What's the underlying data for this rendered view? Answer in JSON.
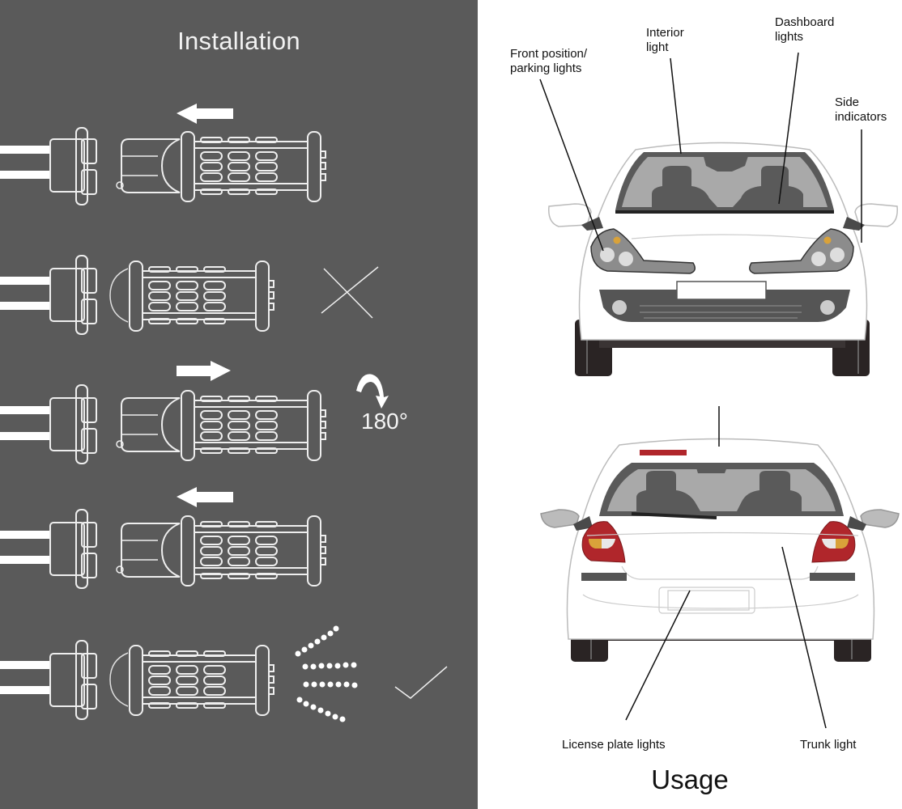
{
  "installation": {
    "title": "Installation",
    "steps": [
      {
        "name": "insert-step",
        "arrow": "left",
        "bulb_position": "separated",
        "result": "none"
      },
      {
        "name": "wrong-orientation-step",
        "arrow": "none",
        "bulb_position": "inserted",
        "result": "cross"
      },
      {
        "name": "remove-and-rotate-step",
        "arrow": "right",
        "bulb_position": "separated",
        "result": "rotate",
        "rotation_label": "180°"
      },
      {
        "name": "reinsert-step",
        "arrow": "left",
        "bulb_position": "separated",
        "result": "none"
      },
      {
        "name": "lit-correct-step",
        "arrow": "none",
        "bulb_position": "inserted",
        "result": "check"
      }
    ],
    "icons": {
      "left_arrow": "arrow-left-icon",
      "right_arrow": "arrow-right-icon",
      "cross": "cross-icon",
      "check": "check-icon",
      "rotate": "rotate-180-icon"
    },
    "colors": {
      "panel_bg": "#5a5a5a",
      "line": "#f0f0f0"
    }
  },
  "usage": {
    "title": "Usage",
    "callouts": {
      "front_position": "Front position/\nparking lights",
      "interior": "Interior\nlight",
      "dashboard": "Dashboard\nlights",
      "side_indicators": "Side\nindicators",
      "license_plate": "License plate lights",
      "trunk": "Trunk light"
    },
    "colors": {
      "tail_light_red": "#b0262b",
      "indicator_amber": "#d9a23a",
      "glass_gray": "#a9a9a9",
      "trim_dark": "#555555",
      "tire_black": "#2a2424"
    }
  }
}
